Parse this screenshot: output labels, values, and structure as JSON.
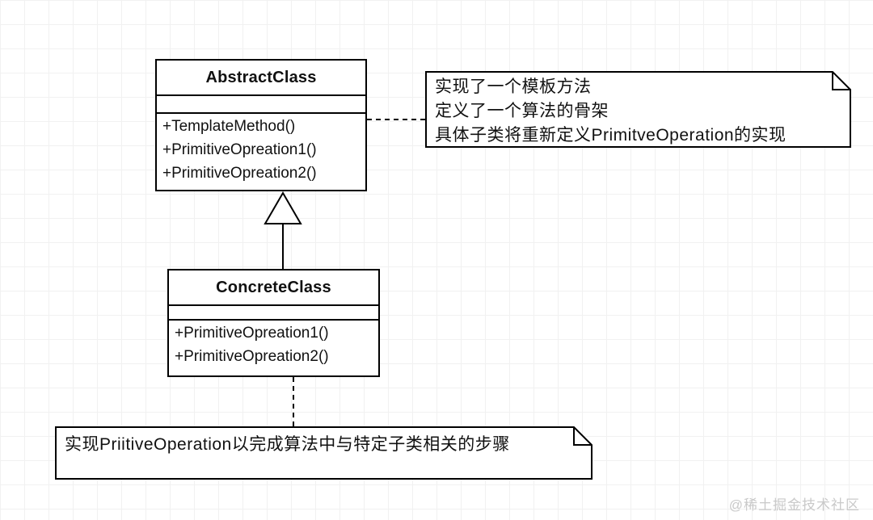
{
  "diagram": {
    "type": "uml-class-diagram",
    "pattern": "Template Method",
    "classes": [
      {
        "name": "AbstractClass",
        "attributes": [],
        "methods": [
          "+TemplateMethod()",
          "+PrimitiveOpreation1()",
          "+PrimitiveOpreation2()"
        ]
      },
      {
        "name": "ConcreteClass",
        "attributes": [],
        "methods": [
          "+PrimitiveOpreation1()",
          "+PrimitiveOpreation2()"
        ]
      }
    ],
    "notes": [
      {
        "attached_to": "AbstractClass",
        "lines": [
          "实现了一个模板方法",
          "定义了一个算法的骨架",
          "具体子类将重新定义PrimitveOperation的实现"
        ]
      },
      {
        "attached_to": "ConcreteClass",
        "lines": [
          "实现PriitiveOperation以完成算法中与特定子类相关的步骤"
        ]
      }
    ],
    "relationships": [
      {
        "type": "inheritance",
        "from": "ConcreteClass",
        "to": "AbstractClass",
        "style": "solid-line-hollow-triangle"
      },
      {
        "type": "note-anchor",
        "from": "AbstractClass",
        "to": "note-1",
        "style": "dashed"
      },
      {
        "type": "note-anchor",
        "from": "ConcreteClass",
        "to": "note-2",
        "style": "dashed"
      }
    ]
  },
  "watermark": {
    "text": "@稀土掘金技术社区"
  },
  "colors": {
    "line": "#000000",
    "box_fill": "#ffffff",
    "grid": "#f1f1f1",
    "watermark": "#c9c9c9"
  }
}
